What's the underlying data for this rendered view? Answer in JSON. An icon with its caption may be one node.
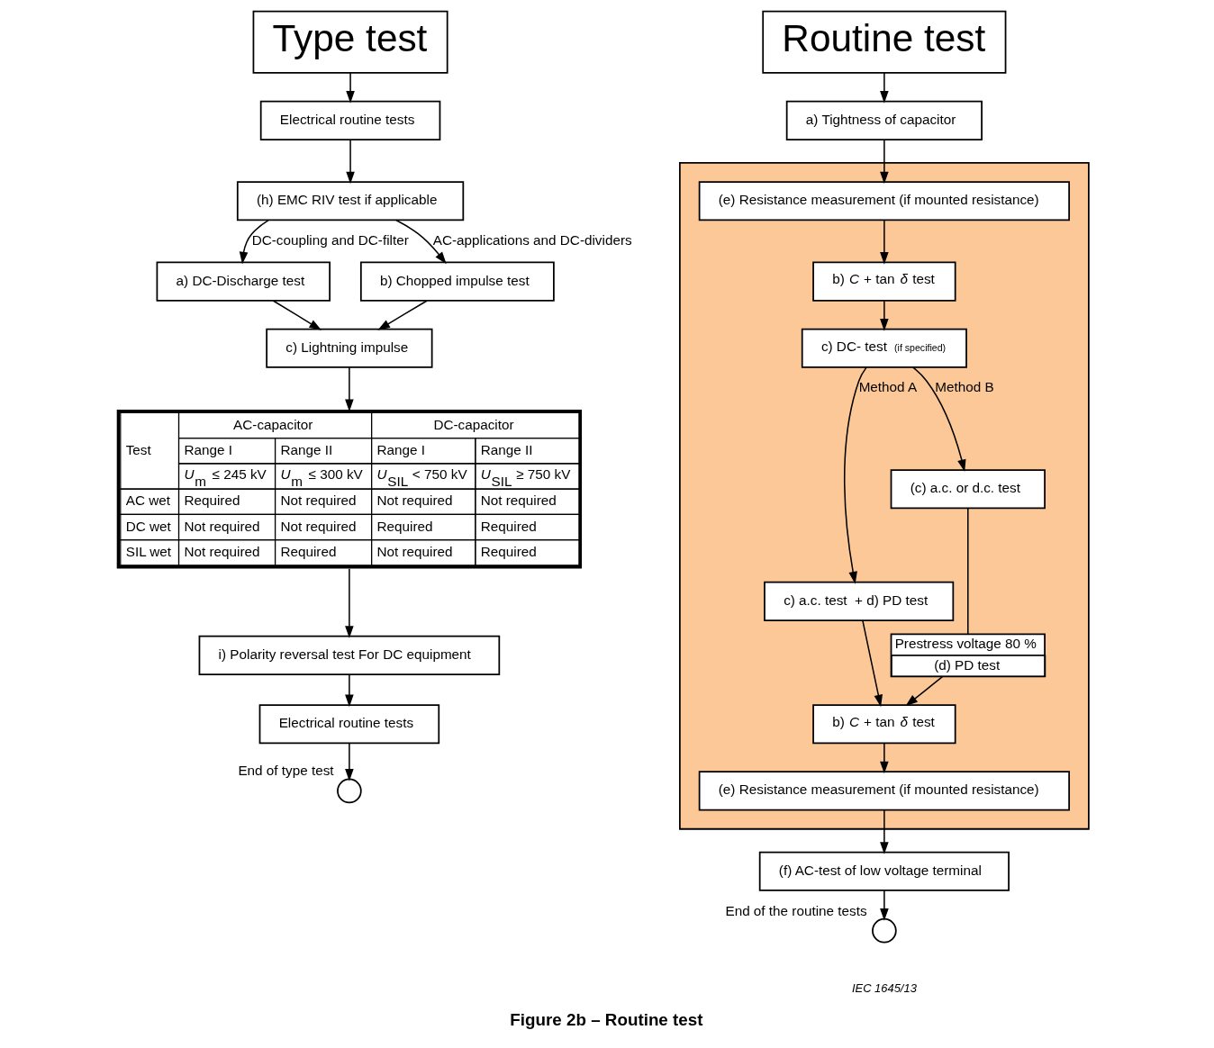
{
  "diagram": {
    "caption": "Figure 2b – Routine test",
    "nodes": [
      {
        "text": [
          "Type test"
        ]
      },
      {
        "text": [
          "Electrical routine tests"
        ]
      },
      {
        "text": [
          "(h) EMC RIV test if applicable"
        ]
      },
      {
        "text": [
          "a) DC-Discharge test"
        ]
      },
      {
        "text": [
          "b) Chopped impulse test"
        ]
      },
      {
        "text": [
          "c) Lightning impulse"
        ]
      },
      {
        "text": [
          "Test",
          "AC-capacitor",
          "DC-capacitor",
          "Range I",
          "Range II",
          "Range I",
          "Range II",
          "*U*$_{m}$ ≤ 245 kV",
          "*U*$_{m}$ ≤ 300 kV",
          "*U*$_{SIL}$ < 750 kV",
          "*U*$_{SIL}$ ≥ 750 kV",
          "AC wet",
          "Required",
          "Not required",
          "Not required",
          "Not required",
          "DC wet",
          "Not required",
          "Not required",
          "Required",
          "Required",
          "SIL wet",
          "Not required",
          "Required",
          "Not required",
          "Required"
        ]
      },
      {
        "text": [
          "i) Polarity reversal test For DC equipment"
        ]
      },
      {
        "text": [
          "Electrical routine tests"
        ]
      },
      {
        "text": [],
        "shape": "circle",
        "beside": [
          "End of type test"
        ]
      },
      {
        "text": [
          "Routine test"
        ]
      },
      {
        "text": [
          "a) Tightness of capacitor"
        ]
      },
      {
        "text": [],
        "shape": "box"
      },
      {
        "text": [
          "(e) Resistance measurement (if mounted resistance)"
        ],
        "in": 12
      },
      {
        "text": [
          "b) *C* + tan *δ* test"
        ],
        "in": 12
      },
      {
        "text": [
          "c) DC- test",
          "(if specified)"
        ],
        "in": 12
      },
      {
        "text": [
          "c) a.c. test  + d) PD test"
        ],
        "in": 12
      },
      {
        "text": [
          "(c) a.c. or d.c. test"
        ],
        "in": 12
      },
      {
        "text": [
          "Prestress voltage 80 %",
          "(d) PD test"
        ],
        "in": 12
      },
      {
        "text": [
          "b) *C* + tan *δ* test"
        ],
        "in": 12
      },
      {
        "text": [
          "(e) Resistance measurement (if mounted resistance)"
        ],
        "in": 12
      },
      {
        "text": [
          "(f) AC-test of low voltage terminal"
        ]
      },
      {
        "text": [],
        "shape": "circle",
        "beside": [
          "End of the routine tests"
        ]
      }
    ],
    "edges": [
      {
        "from": 0,
        "to": 1,
        "arrow": "to"
      },
      {
        "from": 1,
        "to": 2,
        "arrow": "to"
      },
      {
        "from": 2,
        "to": 3,
        "arrow": "to",
        "label": "DC-coupling and DC-filter"
      },
      {
        "from": 2,
        "to": 4,
        "arrow": "to",
        "label": "AC-applications and DC-dividers"
      },
      {
        "from": 3,
        "to": 5,
        "arrow": "to"
      },
      {
        "from": 4,
        "to": 5,
        "arrow": "to"
      },
      {
        "from": 5,
        "to": 6,
        "arrow": "to"
      },
      {
        "from": 6,
        "to": 7,
        "arrow": "to"
      },
      {
        "from": 7,
        "to": 8,
        "arrow": "to"
      },
      {
        "from": 8,
        "to": 9,
        "arrow": "to"
      },
      {
        "from": 10,
        "to": 11,
        "arrow": "to"
      },
      {
        "from": 11,
        "to": 13,
        "arrow": "to"
      },
      {
        "from": 13,
        "to": 14,
        "arrow": "to"
      },
      {
        "from": 14,
        "to": 15,
        "arrow": "to"
      },
      {
        "from": 15,
        "to": 16,
        "arrow": "to",
        "label": "Method A"
      },
      {
        "from": 15,
        "to": 17,
        "arrow": "to",
        "label": "Method B"
      },
      {
        "from": 17,
        "to": 18,
        "arrow": "none"
      },
      {
        "from": 16,
        "to": 19,
        "arrow": "to"
      },
      {
        "from": 18,
        "to": 19,
        "arrow": "to"
      },
      {
        "from": 19,
        "to": 20,
        "arrow": "to"
      },
      {
        "from": 20,
        "to": 21,
        "arrow": "to"
      },
      {
        "from": 21,
        "to": 22,
        "arrow": "to"
      }
    ],
    "labels": [
      "IEC 1645/13"
    ]
  }
}
